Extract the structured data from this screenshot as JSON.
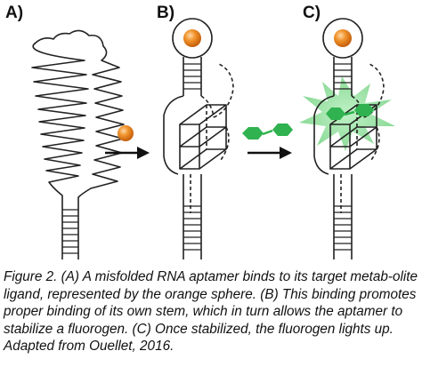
{
  "panels": [
    {
      "label": "A)"
    },
    {
      "label": "B)"
    },
    {
      "label": "C)"
    }
  ],
  "caption": "Figure 2. (A) A misfolded RNA aptamer binds to its target metab-olite ligand, represented by the orange sphere. (B) This binding promotes proper binding of its own stem, which in turn allows the aptamer to stabilize a fluorogen. (C) Once stabilized, the fluorogen lights up. Adapted from Ouellet, 2016.",
  "colors": {
    "ligand_orange": "#f0932b",
    "fluorogen_green": "#2fb24f",
    "glow_green": "#8fdc9a",
    "line": "#222222"
  },
  "icons": [
    "misfolded-rna-icon",
    "folded-aptamer-icon",
    "ligand-sphere-icon",
    "fluorogen-icon",
    "arrow-icon",
    "glow-burst-icon"
  ]
}
